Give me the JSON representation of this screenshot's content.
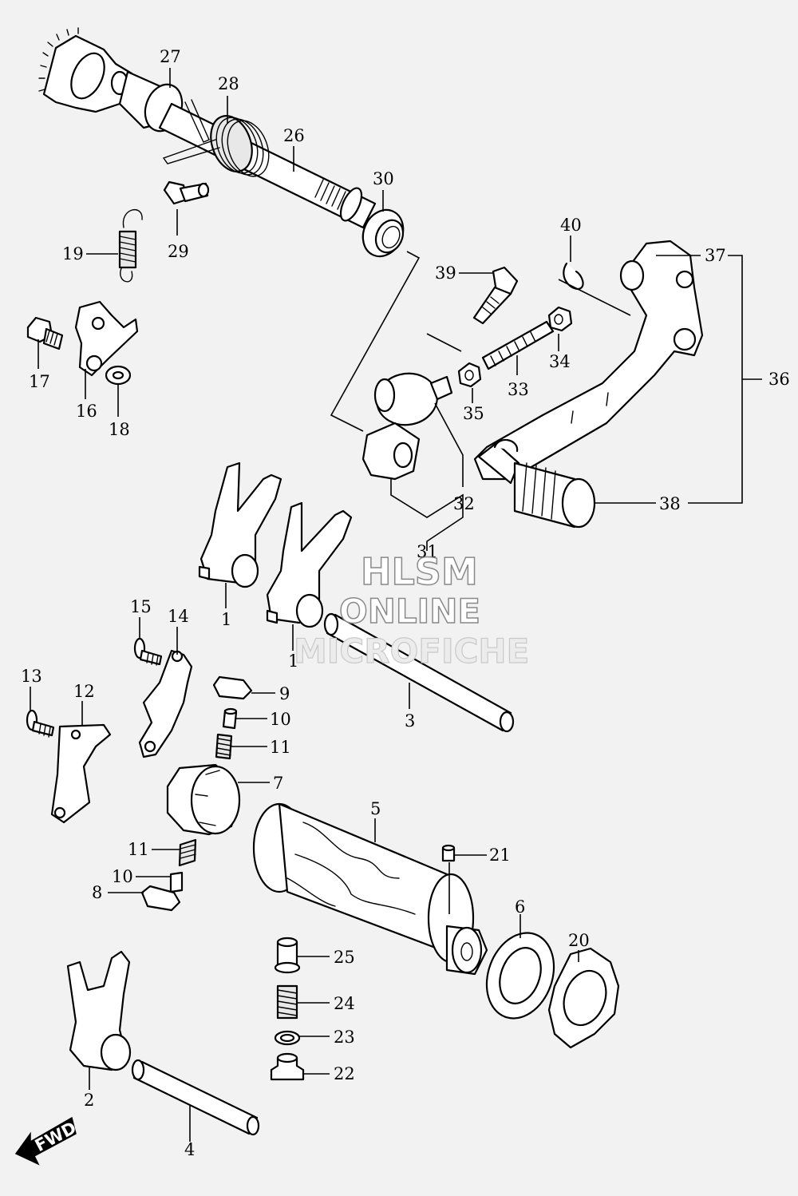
{
  "watermark": {
    "line1": "HLSM",
    "line2": "ONLINE",
    "line3": "MICROFICHE"
  },
  "fwd_label": "FWD",
  "callouts": {
    "n1a": "1",
    "n1b": "1",
    "n2": "2",
    "n3": "3",
    "n4": "4",
    "n5": "5",
    "n6": "6",
    "n7": "7",
    "n8": "8",
    "n9": "9",
    "n10a": "10",
    "n10b": "10",
    "n11a": "11",
    "n11b": "11",
    "n12": "12",
    "n13": "13",
    "n14": "14",
    "n15": "15",
    "n16": "16",
    "n17": "17",
    "n18": "18",
    "n19": "19",
    "n20": "20",
    "n21": "21",
    "n22": "22",
    "n23": "23",
    "n24": "24",
    "n25": "25",
    "n26": "26",
    "n27": "27",
    "n28": "28",
    "n29": "29",
    "n30": "30",
    "n31": "31",
    "n32": "32",
    "n33": "33",
    "n34": "34",
    "n35": "35",
    "n36": "36",
    "n37": "37",
    "n38": "38",
    "n39": "39",
    "n40": "40"
  }
}
